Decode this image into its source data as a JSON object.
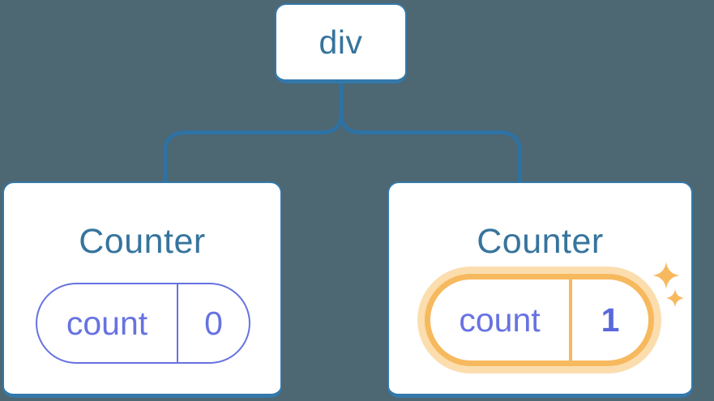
{
  "tree": {
    "root": {
      "label": "div"
    },
    "children": [
      {
        "title": "Counter",
        "state_key": "count",
        "state_value": "0",
        "highlighted": false
      },
      {
        "title": "Counter",
        "state_key": "count",
        "state_value": "1",
        "highlighted": true
      }
    ]
  },
  "icons": {
    "sparkle": "sparkle-icon"
  },
  "colors": {
    "background": "#4D6773",
    "connector_stroke": "#2E72A3",
    "node_border": "#3379AB",
    "node_background": "#FFFFFF",
    "node_text": "#36749D",
    "state_purple": "#6772E1",
    "state_value_purple": "#5B67DB",
    "highlight_orange": "#F7B95E",
    "highlight_glow": "#FBDDAE"
  }
}
